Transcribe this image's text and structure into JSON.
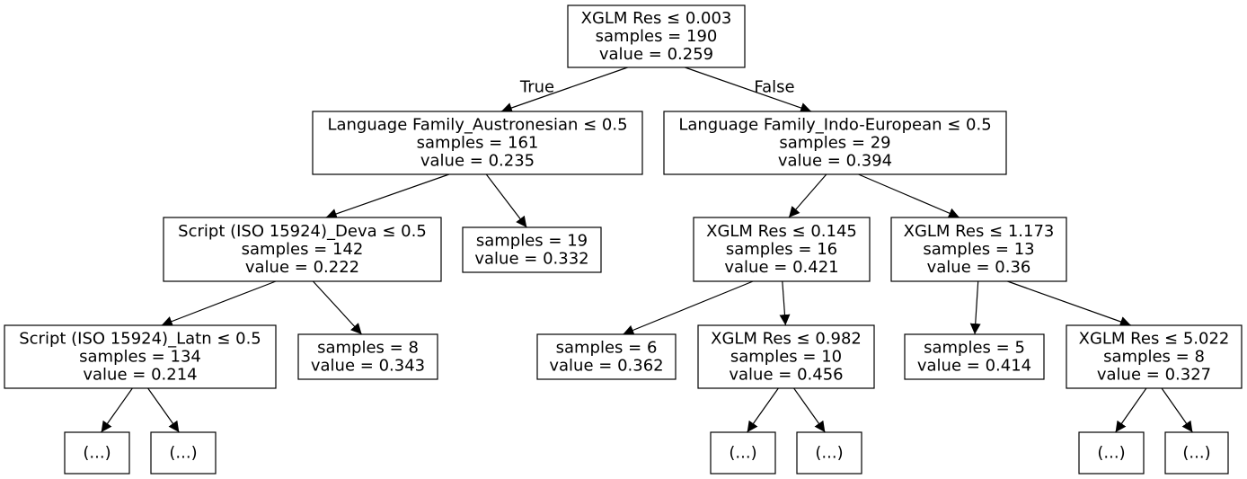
{
  "tree": {
    "nodes": [
      {
        "id": "root",
        "lines": [
          "XGLM Res ≤ 0.003",
          "samples = 190",
          "value = 0.259"
        ]
      },
      {
        "id": "n1",
        "lines": [
          "Language Family_Austronesian ≤ 0.5",
          "samples = 161",
          "value = 0.235"
        ]
      },
      {
        "id": "n2",
        "lines": [
          "Language Family_Indo-European ≤ 0.5",
          "samples = 29",
          "value = 0.394"
        ]
      },
      {
        "id": "n3",
        "lines": [
          "Script (ISO 15924)_Deva ≤ 0.5",
          "samples = 142",
          "value = 0.222"
        ]
      },
      {
        "id": "n4",
        "lines": [
          "samples = 19",
          "value = 0.332"
        ]
      },
      {
        "id": "n5",
        "lines": [
          "XGLM Res ≤ 0.145",
          "samples = 16",
          "value = 0.421"
        ]
      },
      {
        "id": "n6",
        "lines": [
          "XGLM Res ≤ 1.173",
          "samples = 13",
          "value = 0.36"
        ]
      },
      {
        "id": "n7",
        "lines": [
          "Script (ISO 15924)_Latn ≤ 0.5",
          "samples = 134",
          "value = 0.214"
        ]
      },
      {
        "id": "n8",
        "lines": [
          "samples = 8",
          "value = 0.343"
        ]
      },
      {
        "id": "n9",
        "lines": [
          "samples = 6",
          "value = 0.362"
        ]
      },
      {
        "id": "n10",
        "lines": [
          "XGLM Res ≤ 0.982",
          "samples = 10",
          "value = 0.456"
        ]
      },
      {
        "id": "n11",
        "lines": [
          "samples = 5",
          "value = 0.414"
        ]
      },
      {
        "id": "n12",
        "lines": [
          "XGLM Res ≤ 5.022",
          "samples = 8",
          "value = 0.327"
        ]
      },
      {
        "id": "t1",
        "lines": [
          "(...)"
        ]
      },
      {
        "id": "t2",
        "lines": [
          "(...)"
        ]
      },
      {
        "id": "t3",
        "lines": [
          "(...)"
        ]
      },
      {
        "id": "t4",
        "lines": [
          "(...)"
        ]
      },
      {
        "id": "t5",
        "lines": [
          "(...)"
        ]
      },
      {
        "id": "t6",
        "lines": [
          "(...)"
        ]
      }
    ],
    "edges": [
      {
        "from": "root",
        "to": "n1",
        "label": "True"
      },
      {
        "from": "root",
        "to": "n2",
        "label": "False"
      },
      {
        "from": "n1",
        "to": "n3"
      },
      {
        "from": "n1",
        "to": "n4"
      },
      {
        "from": "n2",
        "to": "n5"
      },
      {
        "from": "n2",
        "to": "n6"
      },
      {
        "from": "n3",
        "to": "n7"
      },
      {
        "from": "n3",
        "to": "n8"
      },
      {
        "from": "n5",
        "to": "n9"
      },
      {
        "from": "n5",
        "to": "n10"
      },
      {
        "from": "n6",
        "to": "n11"
      },
      {
        "from": "n6",
        "to": "n12"
      },
      {
        "from": "n7",
        "to": "t1"
      },
      {
        "from": "n7",
        "to": "t2"
      },
      {
        "from": "n10",
        "to": "t3"
      },
      {
        "from": "n10",
        "to": "t4"
      },
      {
        "from": "n12",
        "to": "t5"
      },
      {
        "from": "n12",
        "to": "t6"
      }
    ]
  }
}
